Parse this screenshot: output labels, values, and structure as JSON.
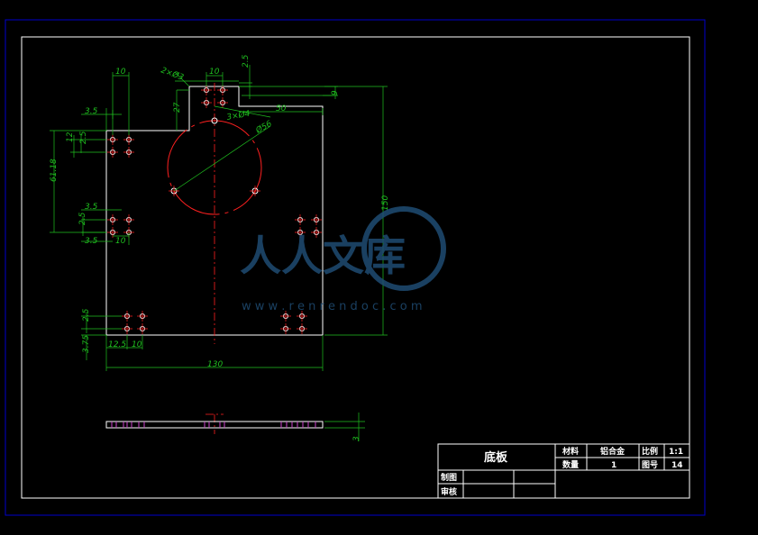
{
  "colors": {
    "background": "#000000",
    "outer_frame": "#0000cc",
    "frame": "#ffffff",
    "dimension": "#1fbf1f",
    "centerline": "#ff2020",
    "hole": "#ff2020",
    "slot": "#cc44cc",
    "watermark": "#1f4c73"
  },
  "dimensions": {
    "d_top_width": "10",
    "d_top_hole": "2×Ø3",
    "d_tab_width": "10",
    "d_tab_offset": "2.5",
    "d_tab_height": "27",
    "d_right_9": "9",
    "d_50": "50",
    "d_3x": "3×Ø4",
    "d_circle": "Ø56",
    "d_left_35a": "3.5",
    "d_left_12": "12",
    "d_left_25a": "2.5",
    "d_61": "61.18",
    "d_left_35b": "3.5",
    "d_left_25b": "2.5",
    "d_left_35c": "3.5",
    "d_left_10": "10",
    "d_150": "150",
    "d_bot_25": "2.5",
    "d_375": "3.75",
    "d_125": "12.5",
    "d_bot_10": "10",
    "d_130": "130",
    "d_3": "3"
  },
  "title_block": {
    "part_name": "底板",
    "material_label": "材料",
    "material_value": "铝合金",
    "scale_label": "比例",
    "scale_value": "1:1",
    "quantity_label": "数量",
    "quantity_value": "1",
    "drawing_no_label": "图号",
    "drawing_no_value": "14",
    "drawn_by_label": "制图",
    "checked_by_label": "审核"
  },
  "watermark": {
    "logo_text": "人人文库",
    "url_text": "w w w . r e n r e n d o c . c o m"
  }
}
